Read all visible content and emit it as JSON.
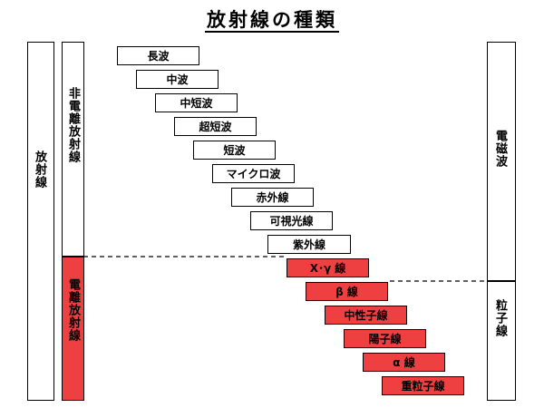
{
  "title": "放射線の種類",
  "categories": {
    "radiation": "放射線",
    "non_ionizing": "非電離放射線",
    "ionizing": "電離放射線",
    "electromagnetic": "電磁波",
    "particle": "粒子線"
  },
  "items": [
    {
      "label": "長波",
      "group": "non-ionizing",
      "kind": "electromagnetic"
    },
    {
      "label": "中波",
      "group": "non-ionizing",
      "kind": "electromagnetic"
    },
    {
      "label": "中短波",
      "group": "non-ionizing",
      "kind": "electromagnetic"
    },
    {
      "label": "超短波",
      "group": "non-ionizing",
      "kind": "electromagnetic"
    },
    {
      "label": "短波",
      "group": "non-ionizing",
      "kind": "electromagnetic"
    },
    {
      "label": "マイクロ波",
      "group": "non-ionizing",
      "kind": "electromagnetic"
    },
    {
      "label": "赤外線",
      "group": "non-ionizing",
      "kind": "electromagnetic"
    },
    {
      "label": "可視光線",
      "group": "non-ionizing",
      "kind": "electromagnetic"
    },
    {
      "label": "紫外線",
      "group": "non-ionizing",
      "kind": "electromagnetic"
    },
    {
      "label": "X･γ 線",
      "group": "ionizing",
      "kind": "electromagnetic"
    },
    {
      "label": "β 線",
      "group": "ionizing",
      "kind": "particle"
    },
    {
      "label": "中性子線",
      "group": "ionizing",
      "kind": "particle"
    },
    {
      "label": "陽子線",
      "group": "ionizing",
      "kind": "particle"
    },
    {
      "label": "α 線",
      "group": "ionizing",
      "kind": "particle"
    },
    {
      "label": "重粒子線",
      "group": "ionizing",
      "kind": "particle"
    }
  ],
  "colors": {
    "ionizing": "#ee4040",
    "non_ionizing": "#ffffff",
    "border": "#000000"
  }
}
